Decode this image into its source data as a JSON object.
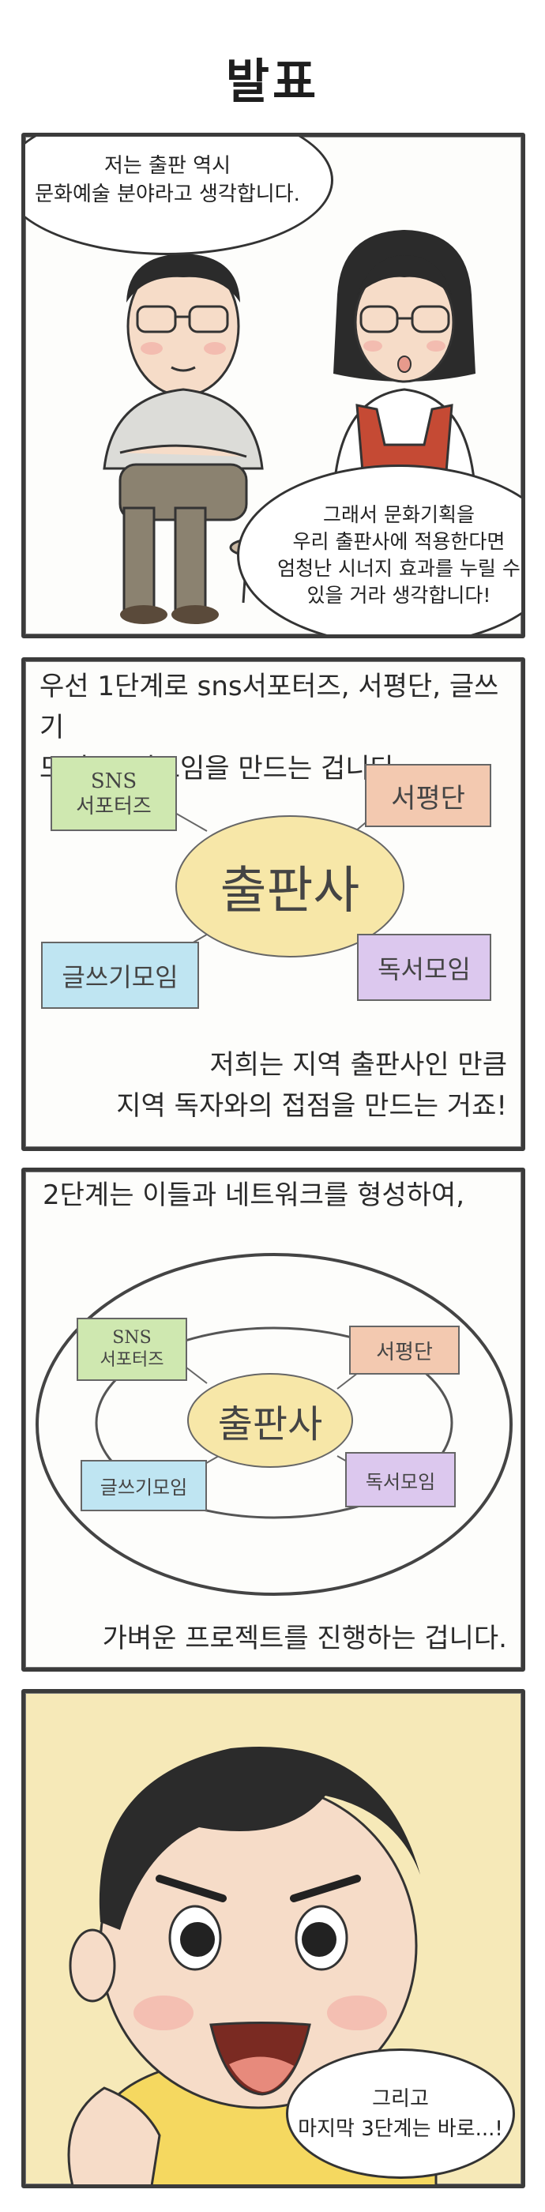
{
  "title": "발표",
  "panel1": {
    "bubble_top": [
      "저는 출판 역시",
      "문화예술 분야라고 생각합니다."
    ],
    "bubble_bottom": [
      "그래서 문화기획을",
      "우리 출판사에 적용한다면",
      "엄청난 시너지 효과를 누릴 수",
      "있을 거라 생각합니다!"
    ]
  },
  "panel2": {
    "caption_top": [
      "우선 1단계로 sns서포터즈, 서평단, 글쓰기",
      "모임, 독서모임을 만드는 겁니다."
    ],
    "center": "출판사",
    "nodes": {
      "sns": [
        "SNS",
        "서포터즈"
      ],
      "review": "서평단",
      "writing": "글쓰기모임",
      "reading": "독서모임"
    },
    "caption_bottom": [
      "저희는 지역 출판사인 만큼",
      "지역 독자와의 접점을 만드는 거죠!"
    ]
  },
  "panel3": {
    "caption_top": "2단계는 이들과 네트워크를 형성하여,",
    "center": "출판사",
    "nodes": {
      "sns": [
        "SNS",
        "서포터즈"
      ],
      "review": "서평단",
      "writing": "글쓰기모임",
      "reading": "독서모임"
    },
    "caption_bottom": "가벼운 프로젝트를 진행하는 겁니다."
  },
  "panel4": {
    "bubble": [
      "그리고",
      "마지막 3단계는 바로...!"
    ]
  },
  "colors": {
    "sns": "#cfe8b0",
    "review": "#f3c9b0",
    "writing": "#bfe5f2",
    "reading": "#dcc8ee",
    "center": "#f7e7a8",
    "panel4_bg": "#f6e9b8"
  }
}
